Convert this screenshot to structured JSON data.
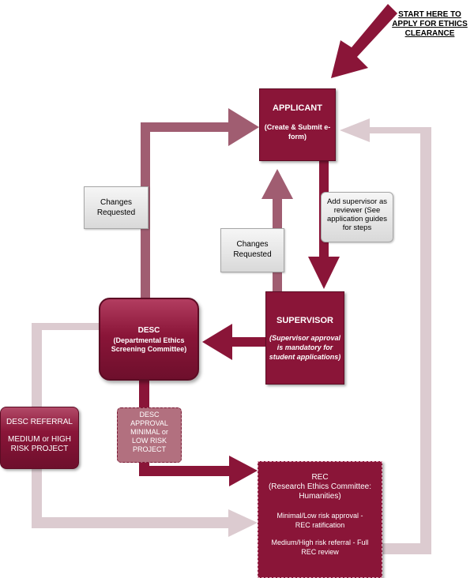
{
  "start_label": {
    "l1": "START HERE TO",
    "l2": "APPLY FOR ETHICS",
    "l3": "CLEARANCE"
  },
  "applicant": {
    "title": "APPLICANT",
    "l1": "(Create & Submit e-",
    "l2": "form)"
  },
  "add_supervisor": {
    "l1": "Add supervisor as",
    "l2": "reviewer (See",
    "l3": "application guides",
    "l4": "for steps"
  },
  "changes_left": {
    "l1": "Changes",
    "l2": "Requested"
  },
  "changes_mid": {
    "l1": "Changes",
    "l2": "Requested"
  },
  "supervisor": {
    "title": "SUPERVISOR",
    "l1": "(Supervisor approval",
    "l2": "is mandatory for",
    "l3": "student applications)"
  },
  "desc": {
    "title": "DESC",
    "l1": "(Departmental Ethics",
    "l2": "Screening Committee)"
  },
  "desc_referral": {
    "title": "DESC REFERRAL",
    "l1": "MEDIUM or HIGH",
    "l2": "RISK PROJECT"
  },
  "desc_approval": {
    "l1": "DESC",
    "l2": "APPROVAL",
    "l3": "MINIMAL or",
    "l4": "LOW RISK",
    "l5": "PROJECT"
  },
  "rec": {
    "l1": "REC",
    "l2": "(Research Ethics Committee:",
    "l3": "Humanities)",
    "a1": "Minimal/Low risk approval -",
    "a2": "REC ratification",
    "b1": "Medium/High risk referral - Full",
    "b2": "REC review"
  },
  "colors": {
    "maroon": "#8a1538",
    "mauve": "#9e5a6e",
    "pale": "#dccbd0"
  }
}
